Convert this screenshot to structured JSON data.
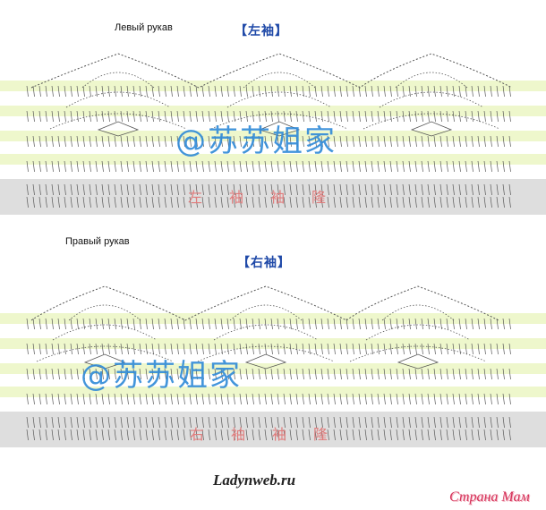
{
  "charts": [
    {
      "ru_label": "Левый рукав",
      "title": "【左袖】",
      "watermark": "@苏苏姐家",
      "row_label": "左袖袖隆"
    },
    {
      "ru_label": "Правый рукав",
      "title": "【右袖】",
      "watermark": "@苏苏姐家",
      "row_label": "右袖袖隆"
    }
  ],
  "footer": "Ladynweb.ru",
  "stamp": "Страна Мам",
  "colors": {
    "band_green": "#eef7cc",
    "band_gray": "#dedede",
    "ink": "#555555",
    "title_blue": "#1f49a8",
    "watermark_blue": "#2f8ad8",
    "row_label_red": "#e07c7c"
  }
}
